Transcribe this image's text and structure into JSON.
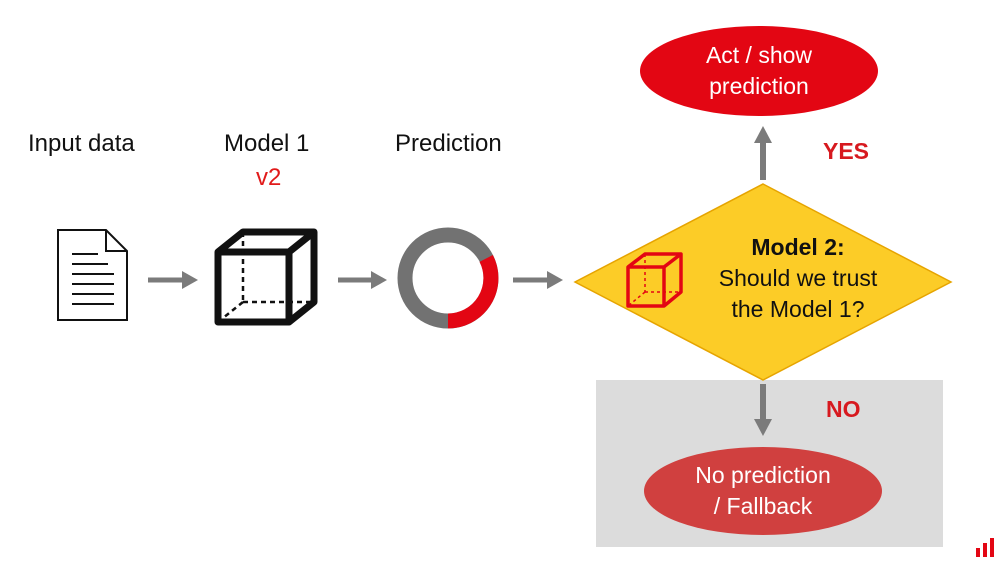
{
  "steps": {
    "input": {
      "label": "Input data"
    },
    "model1": {
      "label": "Model 1",
      "version": "v2"
    },
    "prediction": {
      "label": "Prediction"
    }
  },
  "decision": {
    "title": "Model 2:",
    "question_line1": "Should we trust",
    "question_line2": "the Model 1?"
  },
  "yes": {
    "label": "YES",
    "outcome_line1": "Act / show",
    "outcome_line2": "prediction"
  },
  "no": {
    "label": "NO",
    "outcome_line1": "No prediction",
    "outcome_line2": "/ Fallback"
  },
  "colors": {
    "accent_red": "#e30613",
    "muted_red": "#d0403f",
    "diamond_yellow": "#fccc27",
    "arrow_gray": "#7b7b7b",
    "panel_gray": "#dcdcdc"
  }
}
